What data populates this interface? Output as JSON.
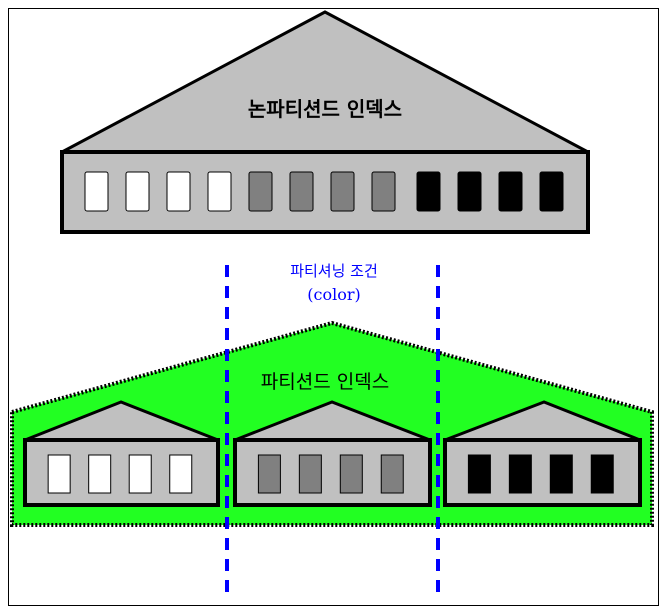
{
  "nonpartitioned_index": {
    "label": "논파티션드 인덱스",
    "fill": "#c0c0c0"
  },
  "partition_condition": {
    "label": "파티셔닝 조건",
    "column": "(color)",
    "color": "#0000ff"
  },
  "partitioned_index": {
    "label": "파티션드 인덱스",
    "fill": "#22ff22"
  },
  "key_colors": [
    "#ffffff",
    "#808080",
    "#000000"
  ]
}
